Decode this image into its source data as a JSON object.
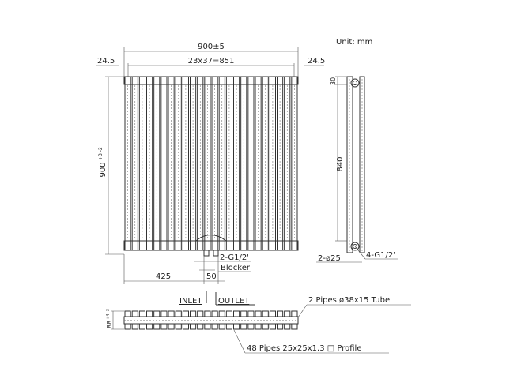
{
  "unit_label": "Unit: mm",
  "dimensions": {
    "overall_width": "900±5",
    "column_spacing": "23x37=851",
    "left_margin": "24.5",
    "right_margin": "24.5",
    "height": "900",
    "height_tolerance": "+3 -2",
    "side_top": "30",
    "side_center": "840",
    "side_pipe": "2-ø25",
    "side_connections": "4-G1/2'",
    "valve_offset": "425",
    "valve_spacing": "50",
    "depth": "88",
    "depth_tolerance": "+4 -3"
  },
  "callouts": {
    "connections": "2-G1/2'",
    "blocker": "Blocker",
    "inlet": "INLET",
    "outlet": "OUTLET",
    "header_pipes": "2 Pipes ø38x15 Tube",
    "column_pipes": "48 Pipes 25x25x1.3 □ Profile"
  },
  "column_count": 24
}
